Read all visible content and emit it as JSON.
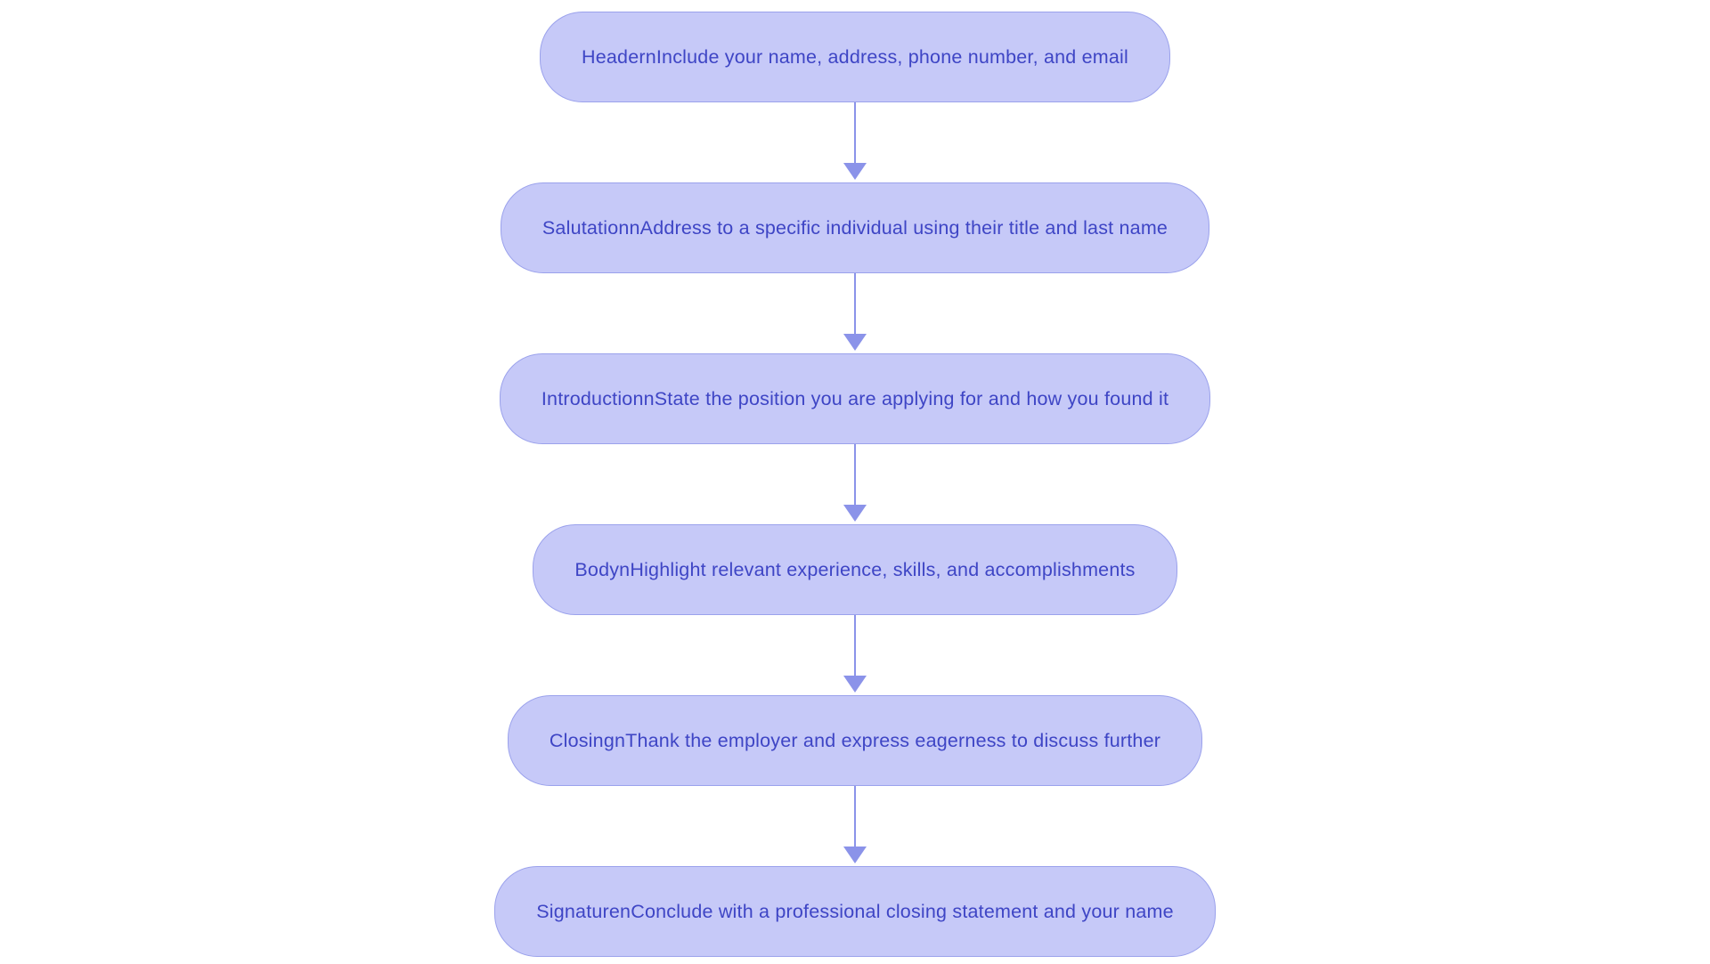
{
  "diagram": {
    "type": "flowchart",
    "direction": "top-down",
    "colors": {
      "background": "#ffffff",
      "node_fill": "#c6c9f8",
      "node_border": "#9ba2ec",
      "node_text": "#3e45c5",
      "arrow": "#8b93e9"
    },
    "nodes": [
      {
        "id": "header",
        "label": "HeadernInclude your name, address, phone number, and email"
      },
      {
        "id": "salutation",
        "label": "SalutationnAddress to a specific individual using their title and last name"
      },
      {
        "id": "introduction",
        "label": "IntroductionnState the position you are applying for and how you found it"
      },
      {
        "id": "body",
        "label": "BodynHighlight relevant experience, skills, and accomplishments"
      },
      {
        "id": "closing",
        "label": "ClosingnThank the employer and express eagerness to discuss further"
      },
      {
        "id": "signature",
        "label": "SignaturenConclude with a professional closing statement and your name"
      }
    ],
    "edges": [
      {
        "from": "header",
        "to": "salutation"
      },
      {
        "from": "salutation",
        "to": "introduction"
      },
      {
        "from": "introduction",
        "to": "body"
      },
      {
        "from": "body",
        "to": "closing"
      },
      {
        "from": "closing",
        "to": "signature"
      }
    ]
  }
}
